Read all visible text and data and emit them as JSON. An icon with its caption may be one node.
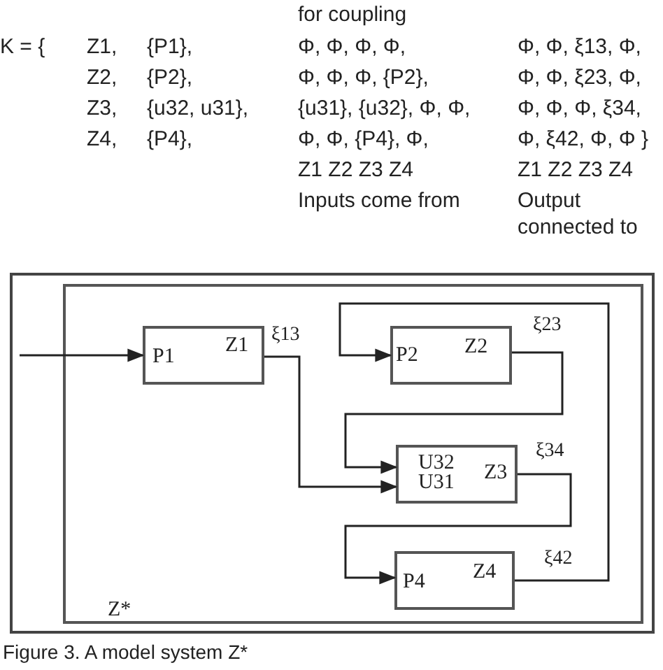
{
  "diagram": {
    "caption": "Figure 3. A model system Z*",
    "nodes": [
      {
        "text": [],
        "shape": "box"
      },
      {
        "text": [
          "Z*"
        ],
        "in": 0
      },
      {
        "text": [
          "P1",
          "Z1"
        ],
        "in": 1
      },
      {
        "text": [
          "P2",
          "Z2"
        ],
        "in": 1
      },
      {
        "text": [
          "U32",
          "U31",
          "Z3"
        ],
        "in": 1
      },
      {
        "text": [
          "P4",
          "Z4"
        ],
        "in": 1
      }
    ],
    "edges": [
      {
        "from": null,
        "to": 2,
        "arrow": "to"
      },
      {
        "from": 2,
        "to": 4,
        "arrow": "to",
        "label": "ξ13"
      },
      {
        "from": 3,
        "to": 4,
        "arrow": "to",
        "label": "ξ23"
      },
      {
        "from": 4,
        "to": 5,
        "arrow": "to",
        "label": "ξ34"
      },
      {
        "from": 5,
        "to": 3,
        "arrow": "to",
        "label": "ξ42"
      }
    ],
    "labels": [
      "for coupling",
      "K = {",
      "Z1,",
      "{P1},",
      "Φ, Φ, Φ, Φ,",
      "Φ, Φ, ξ13, Φ,",
      "Z2,",
      "{P2},",
      "Φ, Φ, Φ, {P2},",
      "Φ, Φ, ξ23, Φ,",
      "Z3,",
      "{u32, u31},",
      "{u31}, {u32}, Φ, Φ,",
      "Φ, Φ, Φ, ξ34,",
      "Z4,",
      "{P4},",
      "Φ, Φ, {P4}, Φ,",
      "Φ, ξ42, Φ, Φ }",
      "Z1 Z2 Z3 Z4",
      "Z1 Z2 Z3 Z4",
      "Inputs come from",
      "Output connected to"
    ]
  }
}
